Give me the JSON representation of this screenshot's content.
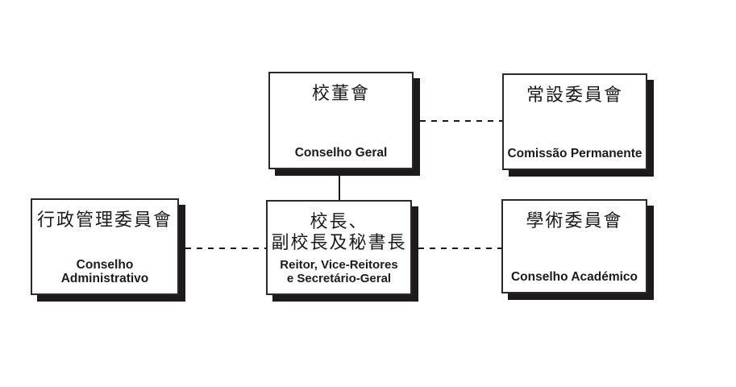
{
  "diagram": {
    "type": "organization-chart",
    "background_color": "#ffffff",
    "ink_color": "#1d1a1b",
    "box_border_color": "#2d292a",
    "box_shadow_color": "#1d1a1b",
    "nodes": [
      {
        "id": "conselho-geral",
        "zh_lines": [
          "校董會"
        ],
        "pt_lines": [
          "Conselho Geral"
        ]
      },
      {
        "id": "comissao-permanente",
        "zh_lines": [
          "常設委員會"
        ],
        "pt_lines": [
          "Comissão Permanente"
        ]
      },
      {
        "id": "conselho-administrativo",
        "zh_lines": [
          "行政管理委員會"
        ],
        "pt_lines": [
          "Conselho",
          "Administrativo"
        ]
      },
      {
        "id": "reitor-vice-reitores-secretario-geral",
        "zh_lines": [
          "校長、",
          "副校長及秘書長"
        ],
        "pt_lines": [
          "Reitor, Vice-Reitores",
          "e Secretário-Geral"
        ]
      },
      {
        "id": "conselho-academico",
        "zh_lines": [
          "學術委員會"
        ],
        "pt_lines": [
          "Conselho Académico"
        ]
      }
    ],
    "connectors": [
      {
        "from": "conselho-geral",
        "to": "reitor-vice-reitores-secretario-geral",
        "style": "solid",
        "orientation": "vertical"
      },
      {
        "from": "conselho-geral",
        "to": "comissao-permanente",
        "style": "dashed",
        "orientation": "horizontal"
      },
      {
        "from": "conselho-administrativo",
        "to": "reitor-vice-reitores-secretario-geral",
        "style": "dashed",
        "orientation": "horizontal"
      },
      {
        "from": "reitor-vice-reitores-secretario-geral",
        "to": "conselho-academico",
        "style": "dashed",
        "orientation": "horizontal"
      }
    ]
  }
}
